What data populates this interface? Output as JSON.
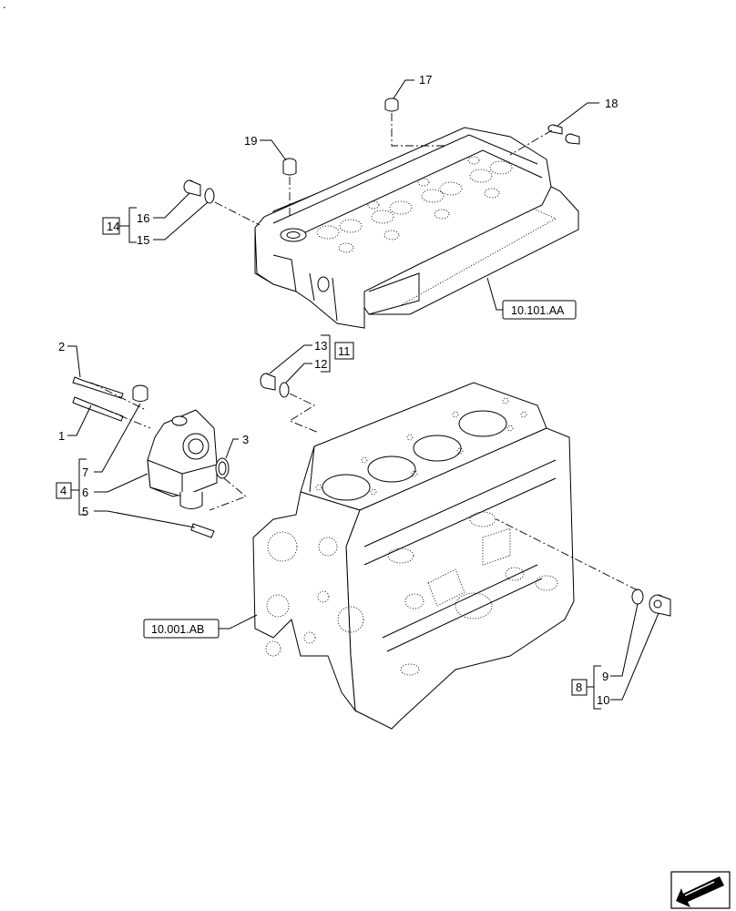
{
  "corner_mark": ".",
  "callouts": {
    "c1": "1",
    "c2": "2",
    "c3": "3",
    "c4": "4",
    "c5": "5",
    "c6": "6",
    "c7": "7",
    "c8": "8",
    "c9": "9",
    "c10": "10",
    "c11": "11",
    "c12": "12",
    "c13": "13",
    "c14": "14",
    "c15": "15",
    "c16": "16",
    "c17": "17",
    "c18": "18",
    "c19": "19"
  },
  "references": {
    "cylinder_head": "10.101.AA",
    "engine_block": "10.001.AB"
  },
  "nav_icon": "next-page-arrow-icon"
}
